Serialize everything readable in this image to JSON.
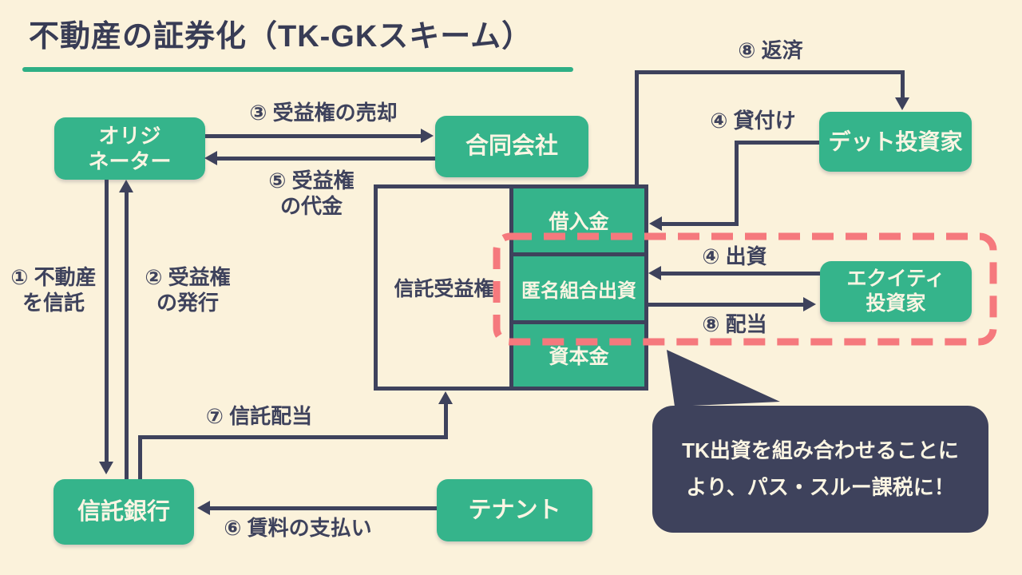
{
  "title": "不動産の証券化（TK-GKスキーム）",
  "colors": {
    "background": "#FBF2DB",
    "node_green": "#35B48B",
    "underline_green": "#2EAF85",
    "line_navy": "#3E425C",
    "dashed_red": "#F5797D",
    "node_text": "#FBF5E3"
  },
  "nodes": {
    "originator": {
      "lines": [
        "オリジ",
        "ネーター"
      ]
    },
    "gk": {
      "label": "合同会社"
    },
    "debt_investor": {
      "label": "デット投資家"
    },
    "equity_investor": {
      "lines": [
        "エクイティ",
        "投資家"
      ]
    },
    "trust_bank": {
      "label": "信託銀行"
    },
    "tenant": {
      "label": "テナント"
    }
  },
  "balance_sheet": {
    "asset": "信託受益権",
    "loan": "借入金",
    "tk_investment": "匿名組合出資",
    "capital": "資本金"
  },
  "flows": {
    "f1": {
      "lines": [
        "① 不動産",
        "を信託"
      ]
    },
    "f2": {
      "lines": [
        "② 受益権",
        "の発行"
      ]
    },
    "f3": {
      "label": "③ 受益権の売却"
    },
    "f4_loan": {
      "label": "④ 貸付け"
    },
    "f4_equity": {
      "label": "④ 出資"
    },
    "f5": {
      "lines": [
        "⑤ 受益権",
        "の代金"
      ]
    },
    "f6": {
      "label": "⑥ 賃料の支払い"
    },
    "f7": {
      "label": "⑦ 信託配当"
    },
    "f8_repayment": {
      "label": "⑧ 返済"
    },
    "f8_dividend": {
      "label": "⑧ 配当"
    }
  },
  "callout": {
    "lines": [
      "TK出資を組み合わせることに",
      "より、パス・スルー課税に！"
    ]
  }
}
